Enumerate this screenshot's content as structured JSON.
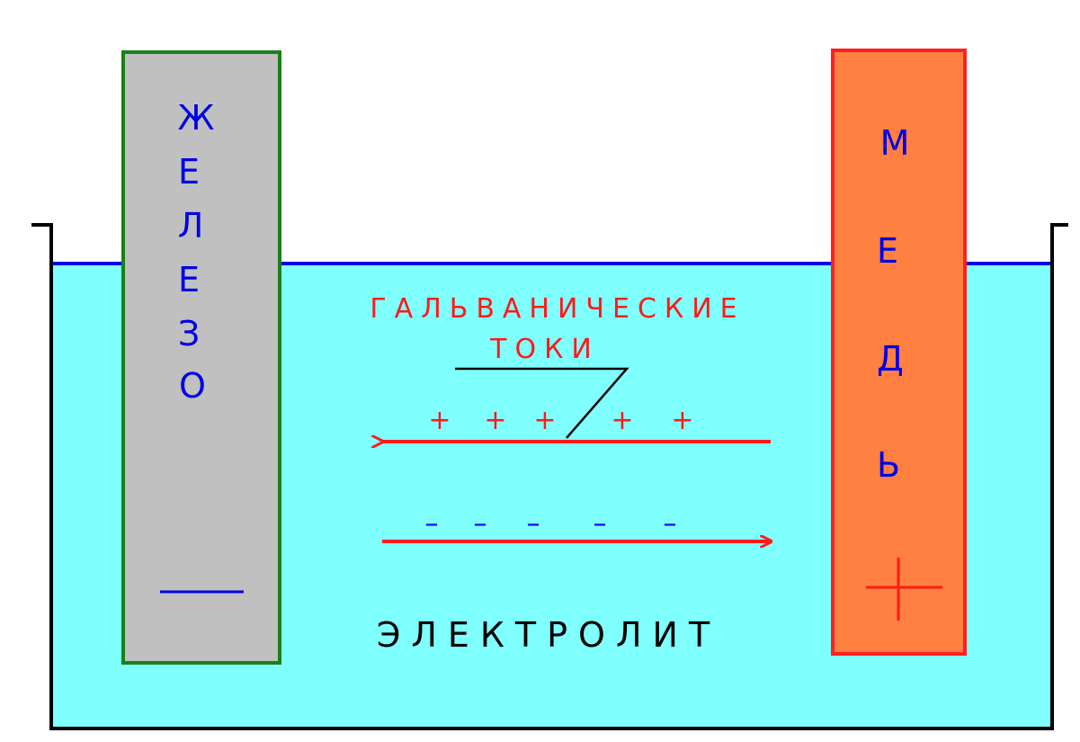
{
  "colors": {
    "electrolyte": "#80ffff",
    "electrolyte_surface": "#0000e6",
    "iron_fill": "#c0c0c0",
    "iron_border": "#1a801a",
    "copper_fill": "#ff8040",
    "copper_border": "#ff2020",
    "electrode_text": "#0000e6",
    "current": "#ff1a1a"
  },
  "iron": {
    "letters": [
      "Ж",
      "Е",
      "Л",
      "Е",
      "З",
      "О"
    ],
    "polarity": "minus"
  },
  "copper": {
    "letters": [
      "М",
      "Е",
      "Д",
      "Ь"
    ],
    "polarity": "plus"
  },
  "currents": {
    "label_line1": "ГАЛЬВАНИЧЕСКИЕ",
    "label_line2": "ТОКИ",
    "top_signs": [
      "+",
      "+",
      "+",
      "+",
      "+"
    ],
    "bottom_signs": [
      "–",
      "–",
      "–",
      "–",
      "–"
    ]
  },
  "electrolyte_label": "ЭЛЕКТРОЛИТ"
}
